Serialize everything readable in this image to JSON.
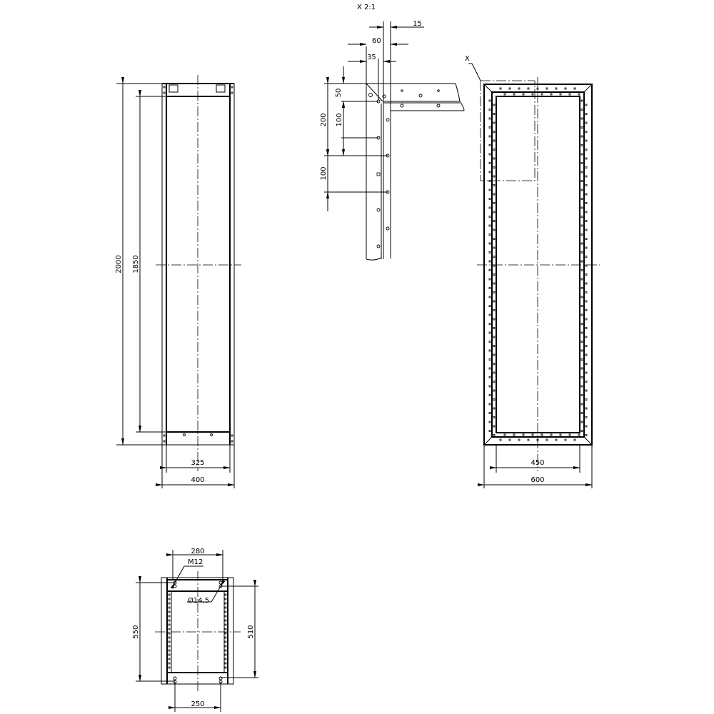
{
  "drawing": {
    "detail_label": "X 2:1",
    "detail_marker": "X",
    "side_view": {
      "height_outer": "2000",
      "height_inner": "1850",
      "width_inner": "325",
      "width_outer": "400"
    },
    "detail_view": {
      "dim_15": "15",
      "dim_60": "60",
      "dim_35": "35",
      "dim_50": "50",
      "dim_100_a": "100",
      "dim_200": "200",
      "dim_100_b": "100"
    },
    "front_view": {
      "width_inner": "450",
      "width_outer": "600"
    },
    "plan_view": {
      "width_top": "280",
      "thread_label": "M12",
      "hole_label": "Ø14,5",
      "depth_outer": "550",
      "depth_inner": "510",
      "width_bottom": "250"
    }
  }
}
